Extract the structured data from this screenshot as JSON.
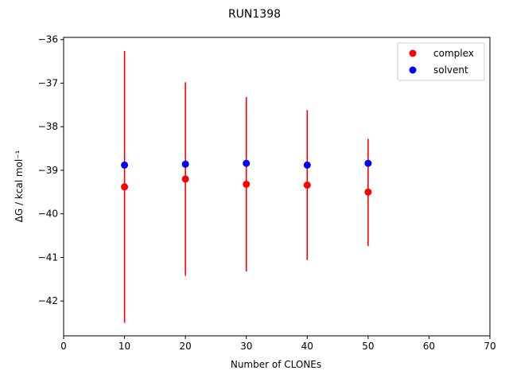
{
  "chart_data": {
    "type": "scatter",
    "title": "RUN1398",
    "xlabel": "Number of CLONEs",
    "ylabel": "ΔG / kcal mol⁻¹",
    "xlim": [
      0,
      70
    ],
    "ylim": [
      -42.8,
      -35.95
    ],
    "xticks": [
      0,
      10,
      20,
      30,
      40,
      50,
      60,
      70
    ],
    "yticks": [
      -42,
      -41,
      -40,
      -39,
      -38,
      -37,
      -36
    ],
    "grid": false,
    "legend_position": "top-right",
    "series": [
      {
        "name": "complex",
        "color": "#ff0000",
        "x": [
          10,
          20,
          30,
          40,
          50
        ],
        "y": [
          -39.38,
          -39.2,
          -39.32,
          -39.34,
          -39.5
        ],
        "yerr_low": [
          -42.5,
          -41.42,
          -41.32,
          -41.06,
          -40.74
        ],
        "yerr_high": [
          -36.26,
          -36.98,
          -37.32,
          -37.62,
          -38.28
        ]
      },
      {
        "name": "solvent",
        "color": "#0000ff",
        "x": [
          10,
          20,
          30,
          40,
          50
        ],
        "y": [
          -38.88,
          -38.86,
          -38.84,
          -38.88,
          -38.84
        ]
      }
    ]
  }
}
